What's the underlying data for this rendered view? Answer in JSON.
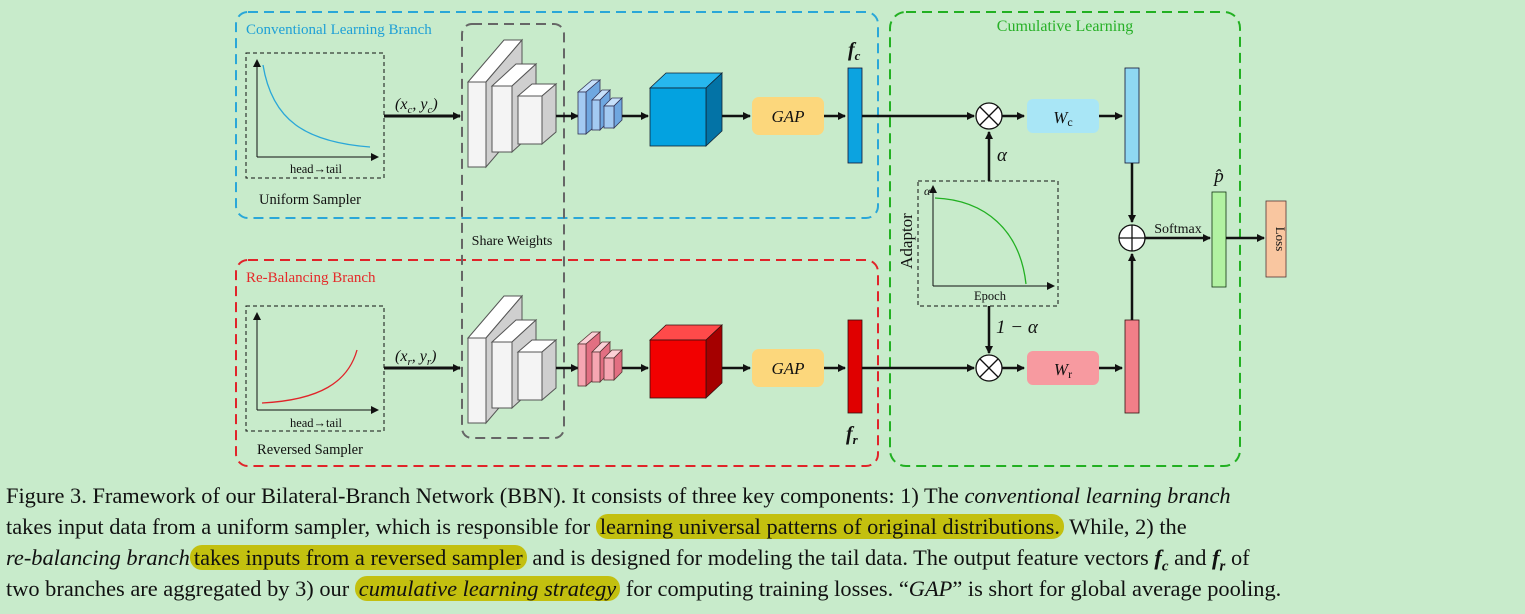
{
  "diagram": {
    "conventional_branch_title": "Conventional Learning Branch",
    "rebalancing_branch_title": "Re-Balancing Branch",
    "cumulative_title": "Cumulative Learning",
    "uniform_sampler": "Uniform Sampler",
    "reversed_sampler": "Reversed Sampler",
    "axis_head_tail": "head→tail",
    "share_weights": "Share Weights",
    "input_c_base": "(x",
    "input_c_sub": "c",
    "input_c_mid": ", y",
    "input_c_end": ")",
    "input_r_base": "(x",
    "input_r_sub": "r",
    "input_r_mid": ", y",
    "input_r_end": ")",
    "gap": "GAP",
    "fc_base": "f",
    "fc_sub": "c",
    "fr_base": "f",
    "fr_sub": "r",
    "wc_base": "W",
    "wc_sub": "c",
    "wr_base": "W",
    "wr_sub": "r",
    "alpha": "α",
    "one_minus_alpha": "1 − α",
    "adaptor": "Adaptor",
    "epoch": "Epoch",
    "adaptor_y_axis": "α",
    "softmax": "Softmax",
    "p_hat": "p̂",
    "loss": "Loss"
  },
  "caption": {
    "l1_a": "Figure 3. Framework of our Bilateral-Branch Network (BBN). It consists of three key components: 1) The ",
    "l1_em": "conventional learning branch",
    "l2_a": "takes input data from a uniform sampler, which is responsible for ",
    "l2_hl": "learning universal patterns of original distributions.",
    "l2_b": " While, 2) the",
    "l3_em": "re-balancing branch",
    "l3_hl": "takes inputs from a reversed sampler",
    "l3_b": " and is designed for modeling the tail data. The output feature vectors ",
    "l3_fc": "f",
    "l3_fc_sub": "c",
    "l3_and": " and ",
    "l3_fr": "f",
    "l3_fr_sub": "r",
    "l3_c": " of",
    "l4_a": "two branches are aggregated by 3) our ",
    "l4_hl": "cumulative learning strategy",
    "l4_b": " for computing training losses. “",
    "l4_em": "GAP",
    "l4_c": "” is short for global average pooling."
  },
  "colors": {
    "background": "#c8ebcb",
    "conventional_border": "#2aa7d8",
    "rebalancing_border": "#e0242a",
    "cumulative_border": "#22b022",
    "conventional_title": "#1fa0d6",
    "rebalancing_title": "#e52a2a",
    "cumulative_title": "#27b027",
    "blue_cube": "#03a2e0",
    "red_cube": "#f20000",
    "gap_box": "#fcd77c",
    "wc_box": "#a9e6f6",
    "wr_box": "#f79aa0",
    "p_bar": "#b2f2a2",
    "loss_box": "#f9c6a0",
    "highlight": "#c3c00f"
  },
  "icon_names": [
    "multiply-icon",
    "plus-icon"
  ]
}
